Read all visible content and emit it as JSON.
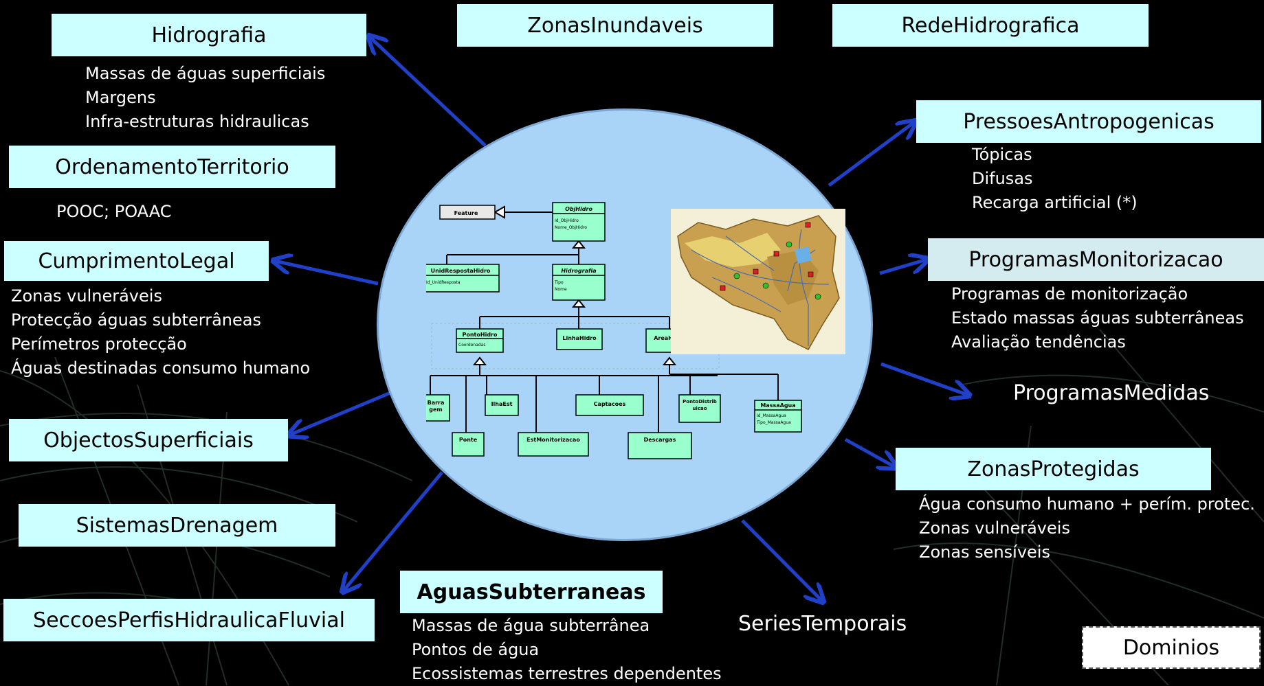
{
  "top_boxes": {
    "hidrografia": "Hidrografia",
    "zonas_inundaveis": "ZonasInundaveis",
    "rede_hidrografica": "RedeHidrografica"
  },
  "hidrografia_items": [
    "Massas de águas superficiais",
    "Margens",
    "Infra-estruturas hidraulicas"
  ],
  "ordenamento": {
    "title": "OrdenamentoTerritorio",
    "items": [
      "POOC; POAAC"
    ]
  },
  "cumprimento": {
    "title": "CumprimentoLegal",
    "items": [
      "Zonas vulneráveis",
      "Protecção águas subterrâneas",
      "Perímetros protecção",
      "Águas destinadas consumo humano"
    ]
  },
  "objectos": "ObjectosSuperficiais",
  "sistemas": "SistemasDrenagem",
  "seccoes": "SeccoesPerfisHidraulicaFluvial",
  "aguas_sub": {
    "title": "AguasSubterraneas",
    "items": [
      "Massas de água subterrânea",
      "Pontos de água",
      "Ecossistemas terrestres dependentes"
    ]
  },
  "series": "SeriesTemporais",
  "dominios": "Dominios",
  "pressoes": {
    "title": "PressoesAntropogenicas",
    "items": [
      "Tópicas",
      "Difusas",
      "Recarga artificial (*)"
    ]
  },
  "programas_mon": {
    "title": "ProgramasMonitorizacao",
    "items": [
      "Programas de monitorização",
      "Estado massas águas subterrâneas",
      "Avaliação tendências"
    ]
  },
  "programas_medidas": "ProgramasMedidas",
  "zonas_protegidas": {
    "title": "ZonasProtegidas",
    "items": [
      "Água consumo humano + perím. protec.",
      "Zonas vulneráveis",
      "Zonas sensíveis"
    ]
  },
  "uml": {
    "feature": "Feature",
    "objhidro": "ObjHidro",
    "objhidro_attrs": [
      "Id_ObjHidro",
      "Nome_ObjHidro"
    ],
    "unid_resposta": "UnidRespostaHidro",
    "unid_resposta_attrs": [
      "Id_UnidResposta"
    ],
    "hidrografia": "Hidrografia",
    "hidrografia_attrs": [
      "Tipo",
      "Nome"
    ],
    "ponto_hidro": "PontoHidro",
    "ponto_hidro_attrs": [
      "Coordenadas"
    ],
    "linha_hidro": "LinhaHidro",
    "area_hidro": "AreaHidro",
    "barragem": [
      "Barra",
      "gem"
    ],
    "ilhaest": "IlhaEst",
    "captacoes": "Captacoes",
    "pontodistribuicao": [
      "PontoDistrib",
      "uicao"
    ],
    "massa_agua": "MassaAgua",
    "massa_agua_attrs": [
      "Id_MassaAgua",
      "Tipo_MassaAgua"
    ],
    "ponte": "Ponte",
    "est_monitorizacao": "EstMonitorizacao",
    "descargas": "Descargas"
  },
  "colors": {
    "box_fill": "#ccffff",
    "arrow": "#2040c8",
    "ellipse": "#a9d3f7",
    "uml_fill": "#99ffcc"
  }
}
